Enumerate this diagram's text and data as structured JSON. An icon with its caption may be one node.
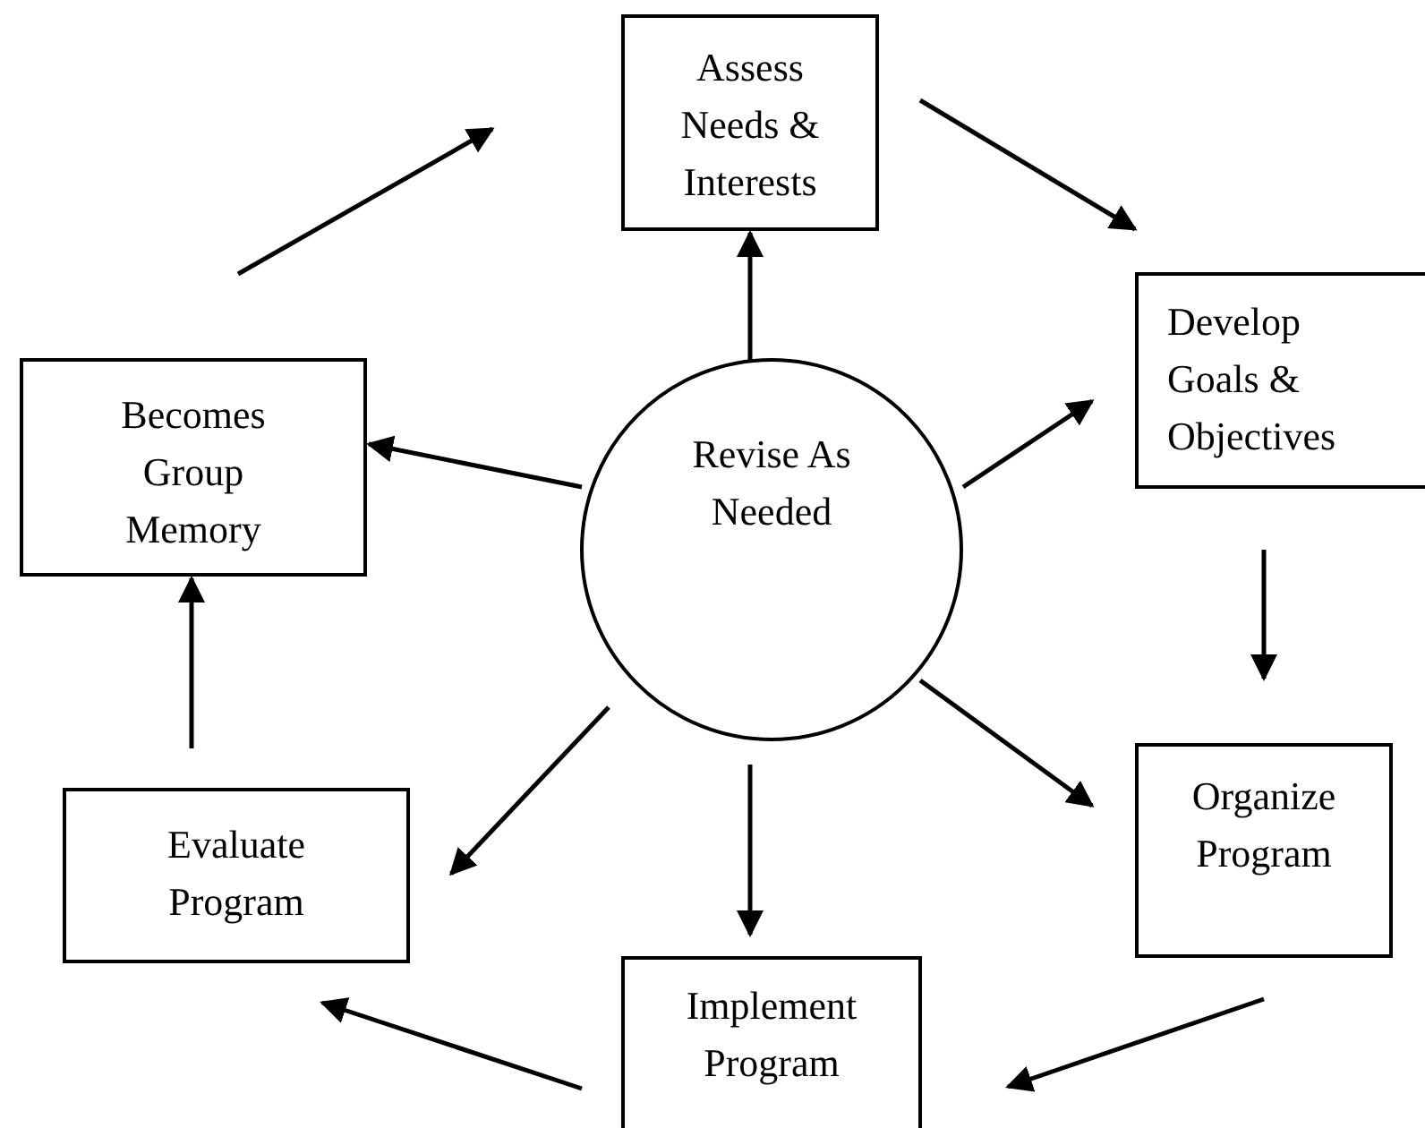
{
  "diagram": {
    "nodes": [
      {
        "text": [
          "Assess Needs & Interests"
        ]
      },
      {
        "text": [
          "Develop Goals & Objectives"
        ]
      },
      {
        "text": [
          "Organize Program"
        ]
      },
      {
        "text": [
          "Implement Program"
        ]
      },
      {
        "text": [
          "Evaluate Program"
        ]
      },
      {
        "text": [
          "Becomes Group Memory"
        ]
      },
      {
        "text": [
          "Revise As Needed"
        ]
      }
    ],
    "edges": [
      {
        "from": 5,
        "to": 0,
        "arrow": "to"
      },
      {
        "from": 0,
        "to": 1,
        "arrow": "to"
      },
      {
        "from": 1,
        "to": 2,
        "arrow": "to"
      },
      {
        "from": 2,
        "to": 3,
        "arrow": "to"
      },
      {
        "from": 3,
        "to": 4,
        "arrow": "to"
      },
      {
        "from": 4,
        "to": 5,
        "arrow": "to"
      },
      {
        "from": 6,
        "to": 0,
        "arrow": "to"
      },
      {
        "from": 6,
        "to": 1,
        "arrow": "to"
      },
      {
        "from": 6,
        "to": 2,
        "arrow": "to"
      },
      {
        "from": 6,
        "to": 3,
        "arrow": "to"
      },
      {
        "from": 6,
        "to": 4,
        "arrow": "to"
      },
      {
        "from": 6,
        "to": 5,
        "arrow": "to"
      }
    ]
  }
}
